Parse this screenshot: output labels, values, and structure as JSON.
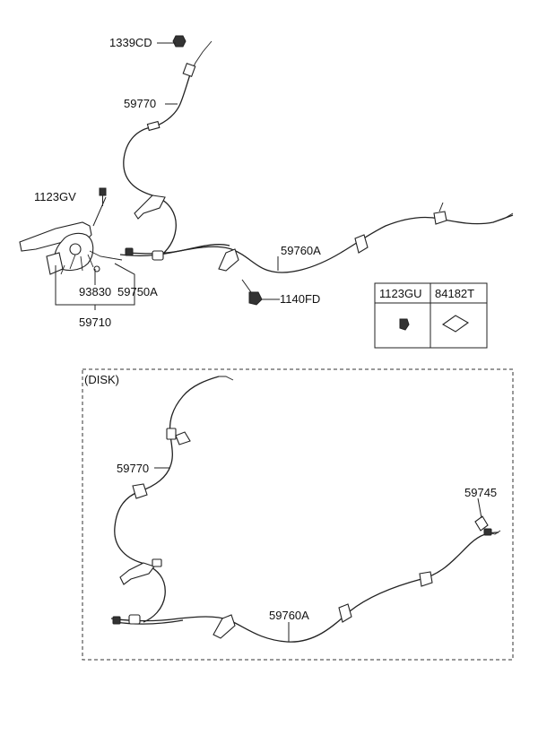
{
  "labels": {
    "top_1339CD": "1339CD",
    "top_59770": "59770",
    "top_1123GV": "1123GV",
    "top_93830": "93830",
    "top_59750A": "59750A",
    "top_59710": "59710",
    "top_59760A": "59760A",
    "top_1140FD": "1140FD",
    "disk_section": "(DISK)",
    "disk_59770": "59770",
    "disk_59745": "59745",
    "disk_59760A": "59760A"
  },
  "legend_table": {
    "col1_header": "1123GU",
    "col2_header": "84182T"
  }
}
